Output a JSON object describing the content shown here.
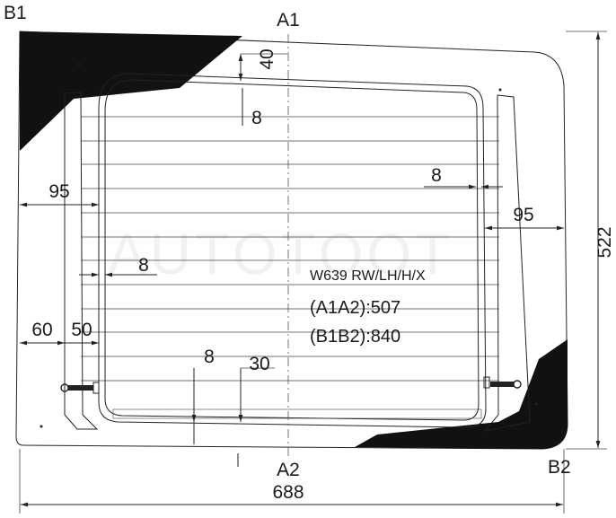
{
  "points": {
    "a1": "A1",
    "a2": "A2",
    "b1": "B1",
    "b2": "B2"
  },
  "dimensions": {
    "top_gap": "40",
    "gap_8_top": "8",
    "gap_8_right": "8",
    "gap_8_left": "8",
    "gap_8_bottom": "8",
    "left_offset": "95",
    "right_offset": "95",
    "height": "522",
    "width": "688",
    "left_60": "60",
    "left_50": "50",
    "bottom_30": "30"
  },
  "spec": {
    "model": "W639 RW/LH/H/X",
    "a1a2": "(A1A2):507",
    "b1b2": "(B1B2):840"
  },
  "watermark": "AUTOTOOT"
}
